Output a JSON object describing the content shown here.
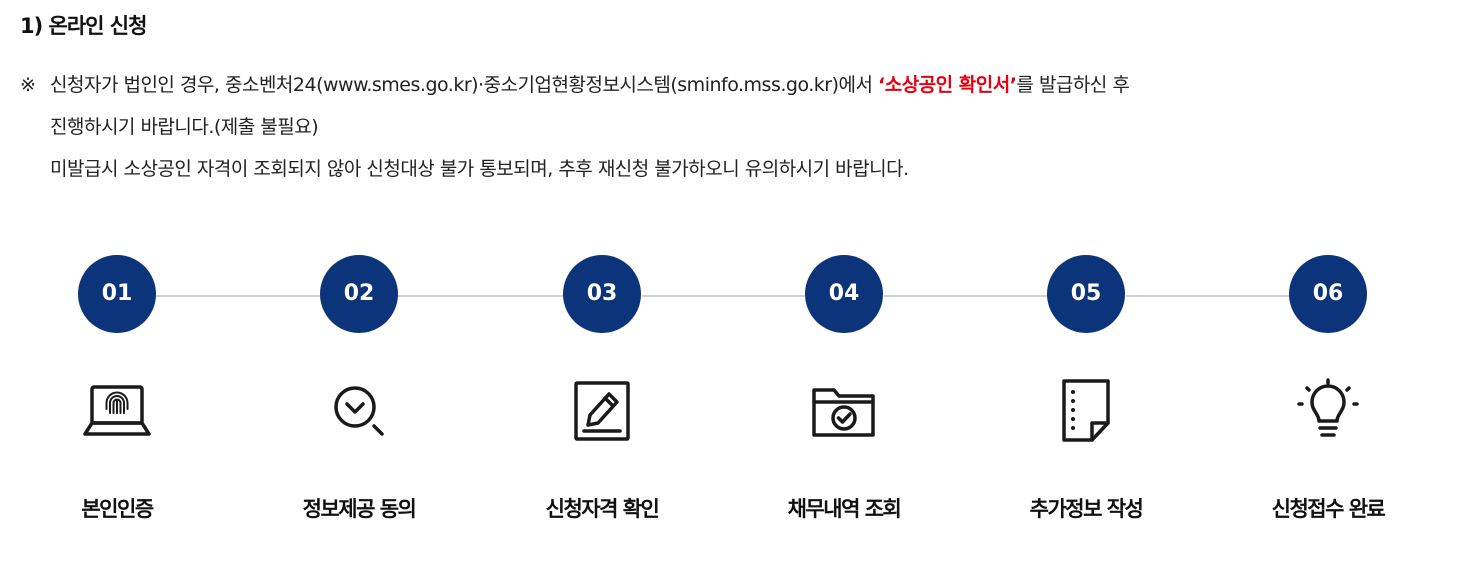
{
  "section": {
    "title": "1) 온라인 신청"
  },
  "notice": {
    "mark": "※",
    "line1_before": "신청자가 법인인 경우, 중소벤처24(www.smes.go.kr)·중소기업현황정보시스템(sminfo.mss.go.kr)에서 ",
    "line1_highlight": "‘소상공인 확인서’",
    "line1_after": "를 발급하신 후",
    "line2": "진행하시기 바랍니다.(제출 불필요)",
    "line3": "미발급시 소상공인 자격이 조회되지 않아 신청대상 불가 통보되며, 추후 재신청 불가하오니 유의하시기 바랍니다.",
    "highlight_color": "#e60012"
  },
  "steps": [
    {
      "number": "01",
      "label": "본인인증",
      "icon": "laptop-fingerprint-icon"
    },
    {
      "number": "02",
      "label": "정보제공 동의",
      "icon": "search-check-icon"
    },
    {
      "number": "03",
      "label": "신청자격 확인",
      "icon": "edit-document-icon"
    },
    {
      "number": "04",
      "label": "채무내역 조회",
      "icon": "folder-check-icon"
    },
    {
      "number": "05",
      "label": "추가정보 작성",
      "icon": "note-document-icon"
    },
    {
      "number": "06",
      "label": "신청접수 완료",
      "icon": "lightbulb-icon"
    }
  ],
  "colors": {
    "accent": "#0b347a",
    "connector": "#cfcfcf"
  }
}
